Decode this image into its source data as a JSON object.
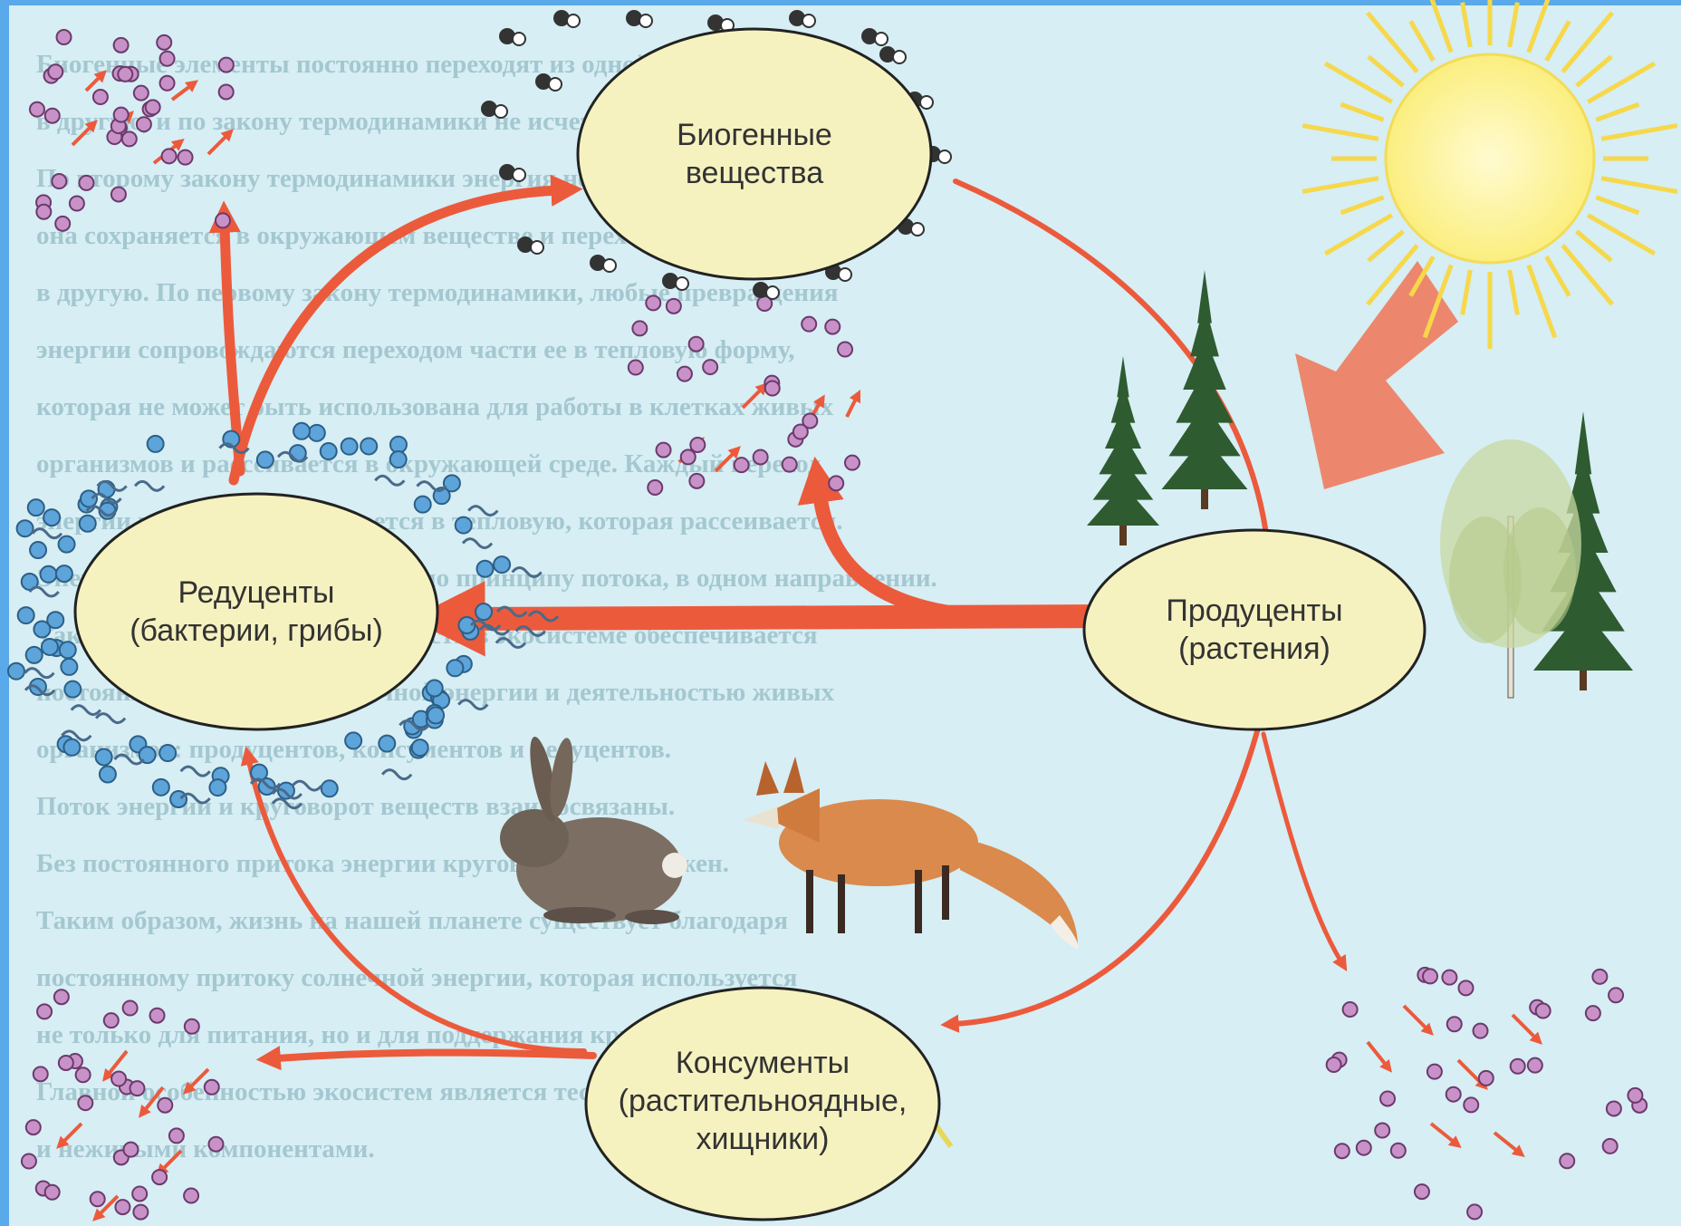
{
  "colors": {
    "frame": "#5aa9ea",
    "page": "#d6eef4",
    "text_faint": "#7da9b4",
    "node_fill": "#f5f2c0",
    "node_stroke": "#222222",
    "arrow": "#ec5a3c",
    "molecule": "#c892c8",
    "bacteria": "#5ca4d9",
    "sun": "#fbee7f",
    "ray": "#f6d84a",
    "tree": "#2e5b30",
    "label_text": "#333333"
  },
  "nodes": {
    "biogenic": [
      "Биогенные",
      "вещества"
    ],
    "producers": [
      "Продуценты",
      "(растения)"
    ],
    "reducers": [
      "Редуценты",
      "(бактерии, грибы)"
    ],
    "consumers": [
      "Консументы",
      "(растительноядные,",
      "хищники)"
    ]
  },
  "icons": [
    "sun-icon",
    "spruce-icon",
    "birch-icon",
    "rabbit-icon",
    "fox-icon",
    "molecule-icon",
    "bacteria-icon",
    "fungus-icon"
  ],
  "background_text": [
    "Биогенные элементы постоянно переходят из одной формы",
    "в другую, и по закону термодинамики не исчезают бесследно.",
    "По второму закону термодинамики энергия не исчезает бесследно,",
    "она сохраняется в окружающем веществе и переходит из одной формы",
    "в другую. По первому закону термодинамики, любые превращения",
    "энергии сопровождаются переходом части ее в тепловую форму,",
    "которая не может быть использована для работы в клетках живых",
    "организмов и рассеивается в окружающей среде. Каждый переход",
    "энергии частично превращается в тепловую, которая рассеивается.",
    "Энергия в экосистеме движется по принципу потока, в одном направлении.",
    "Таким образом, круговорот веществ в экосистеме обеспечивается",
    "постоянным притоком солнечной энергии и деятельностью живых",
    "организмов: продуцентов, консументов и редуцентов.",
    "Поток энергии и круговорот веществ взаимосвязаны.",
    "Без постоянного притока энергии круговорот невозможен.",
    "Таким образом, жизнь на нашей планете существует благодаря",
    "постоянному притоку солнечной энергии, которая используется",
    "не только для питания, но и для поддержания круговорота веществ.",
    "Главной особенностью экосистем является тесная связь между живыми",
    "и неживыми компонентами."
  ]
}
